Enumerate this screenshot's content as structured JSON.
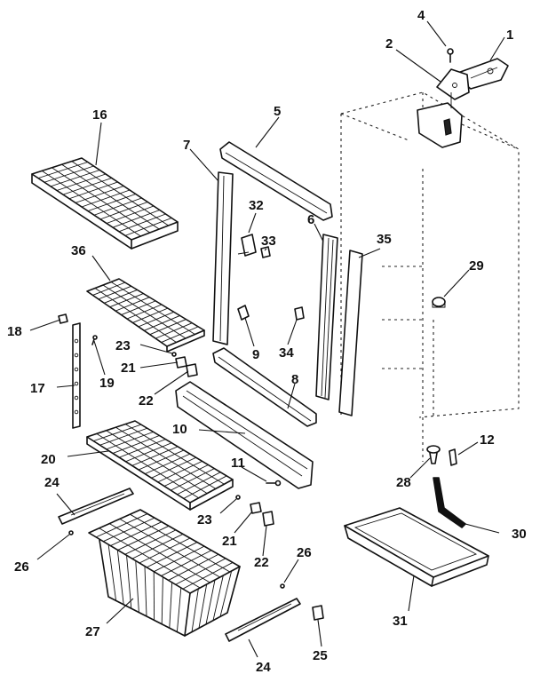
{
  "callouts": [
    {
      "id": "1",
      "label": "1"
    },
    {
      "id": "2",
      "label": "2"
    },
    {
      "id": "4",
      "label": "4"
    },
    {
      "id": "5",
      "label": "5"
    },
    {
      "id": "6",
      "label": "6"
    },
    {
      "id": "7",
      "label": "7"
    },
    {
      "id": "8",
      "label": "8"
    },
    {
      "id": "9",
      "label": "9"
    },
    {
      "id": "10",
      "label": "10"
    },
    {
      "id": "11",
      "label": "11"
    },
    {
      "id": "12",
      "label": "12"
    },
    {
      "id": "16",
      "label": "16"
    },
    {
      "id": "17",
      "label": "17"
    },
    {
      "id": "18",
      "label": "18"
    },
    {
      "id": "19",
      "label": "19"
    },
    {
      "id": "20",
      "label": "20"
    },
    {
      "id": "21a",
      "label": "21"
    },
    {
      "id": "21b",
      "label": "21"
    },
    {
      "id": "22a",
      "label": "22"
    },
    {
      "id": "22b",
      "label": "22"
    },
    {
      "id": "23a",
      "label": "23"
    },
    {
      "id": "23b",
      "label": "23"
    },
    {
      "id": "24a",
      "label": "24"
    },
    {
      "id": "24b",
      "label": "24"
    },
    {
      "id": "25",
      "label": "25"
    },
    {
      "id": "26a",
      "label": "26"
    },
    {
      "id": "26b",
      "label": "26"
    },
    {
      "id": "27",
      "label": "27"
    },
    {
      "id": "28",
      "label": "28"
    },
    {
      "id": "29",
      "label": "29"
    },
    {
      "id": "30",
      "label": "30"
    },
    {
      "id": "31",
      "label": "31"
    },
    {
      "id": "32",
      "label": "32"
    },
    {
      "id": "33",
      "label": "33"
    },
    {
      "id": "34",
      "label": "34"
    },
    {
      "id": "35",
      "label": "35"
    },
    {
      "id": "36",
      "label": "36"
    }
  ]
}
